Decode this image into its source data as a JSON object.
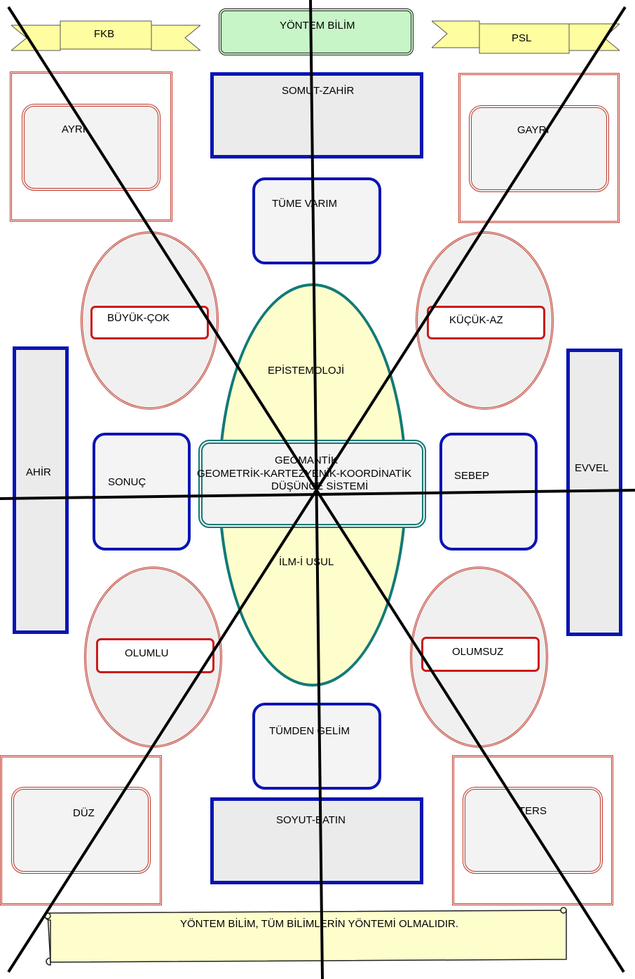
{
  "title": "YÖNTEM BİLİM",
  "banners": {
    "left": "FKB",
    "right": "PSL"
  },
  "top_rect": "SOMUT-ZAHİR",
  "bottom_rect": "SOYUT-BATIN",
  "corners": {
    "top_left": "AYRI",
    "top_right": "GAYRI",
    "bottom_left": "DÜZ",
    "bottom_right": "TERS"
  },
  "ovals": {
    "upper_left": "BÜYÜK-ÇOK",
    "upper_right": "KÜÇÜK-AZ",
    "lower_left": "OLUMLU",
    "lower_right": "OLUMSUZ"
  },
  "boxes": {
    "top": "TÜME VARIM",
    "bottom": "TÜMDEN GELİM",
    "left": "SONUÇ",
    "right": "SEBEP"
  },
  "side_bars": {
    "left": "AHİR",
    "right": "EVVEL"
  },
  "center_oval": {
    "upper": "EPİSTEMOLOJİ",
    "lower": "İLM-İ USUL"
  },
  "center_box": [
    "GEOMANTİK",
    "GEOMETRİK-KARTEZYENİK-KOORDİNATİK",
    "DÜŞÜNCE SİSTEMİ"
  ],
  "footer_scroll": "YÖNTEM BİLİM, TÜM BİLİMLERİN YÖNTEMİ OLMALIDIR.",
  "colors": {
    "blue": "#0a14b4",
    "red": "#c0392b",
    "teal": "#117a78",
    "green_fill": "#c8f5c8",
    "yellow_fill": "#fefecc",
    "gray_fill": "#ebebeb"
  }
}
